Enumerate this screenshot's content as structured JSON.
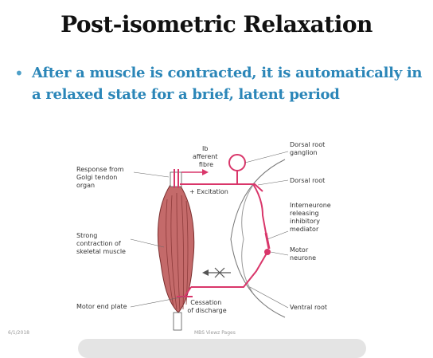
{
  "slide": {
    "title": "Post-isometric Relaxation",
    "bullet": "After a muscle is contracted, it is automatically in a relaxed state for a brief, latent period",
    "footer_date": "6/1/2018",
    "footer_source": "MBS Viewz Pages"
  },
  "diagram": {
    "labels": {
      "ib_afferent": [
        "Ib",
        "afferent",
        "fibre"
      ],
      "response_golgi": [
        "Response from",
        "Golgi tendon",
        "organ"
      ],
      "excitation": "+ Excitation",
      "dorsal_root_ganglion": [
        "Dorsal root",
        "ganglion"
      ],
      "dorsal_root": "Dorsal root",
      "interneurone": [
        "Interneurone",
        "releasing",
        "inhibitory",
        "mediator"
      ],
      "strong_contraction": [
        "Strong",
        "contraction of",
        "skeletal muscle"
      ],
      "motor_neurone": [
        "Motor",
        "neurone"
      ],
      "motor_end_plate": "Motor end plate",
      "cessation": [
        "Cessation",
        "of discharge"
      ],
      "ventral_root": "Ventral root"
    },
    "colors": {
      "nerve": "#d9366a",
      "muscle": "#c46a6a",
      "title": "#111111",
      "bullet": "#2b86b8"
    }
  }
}
